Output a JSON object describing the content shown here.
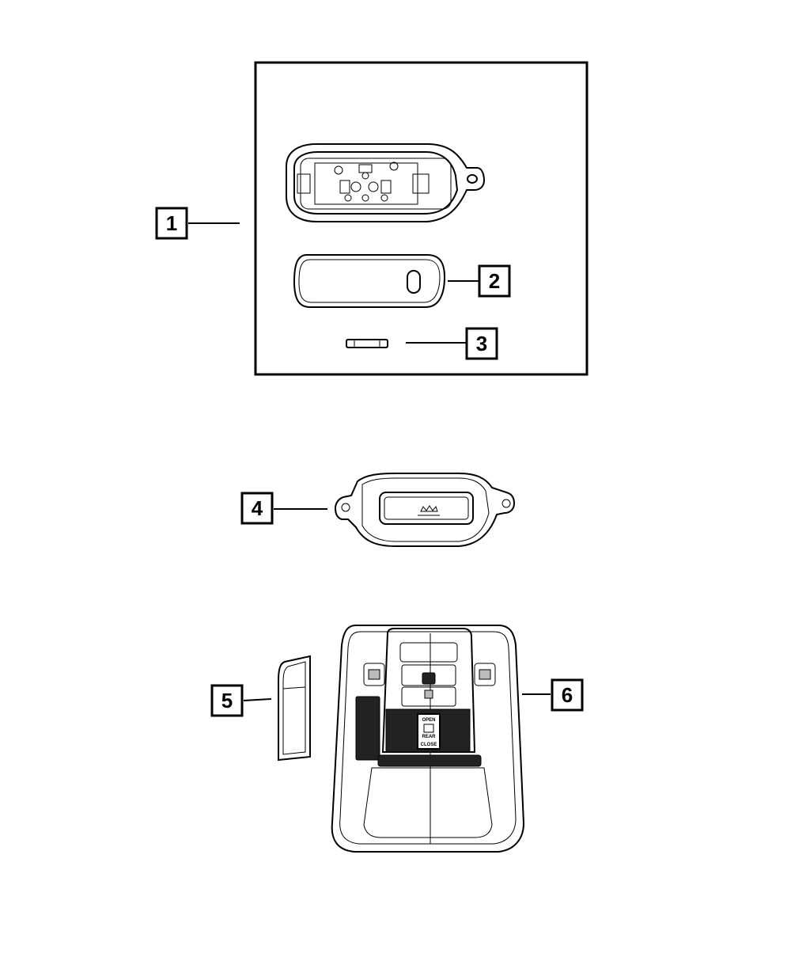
{
  "callouts": [
    {
      "id": "1",
      "label": "1"
    },
    {
      "id": "2",
      "label": "2"
    },
    {
      "id": "3",
      "label": "3"
    },
    {
      "id": "4",
      "label": "4"
    },
    {
      "id": "5",
      "label": "5"
    },
    {
      "id": "6",
      "label": "6"
    }
  ],
  "console_labels": {
    "open": "OPEN",
    "rear": "REAR",
    "close": "CLOSE"
  }
}
